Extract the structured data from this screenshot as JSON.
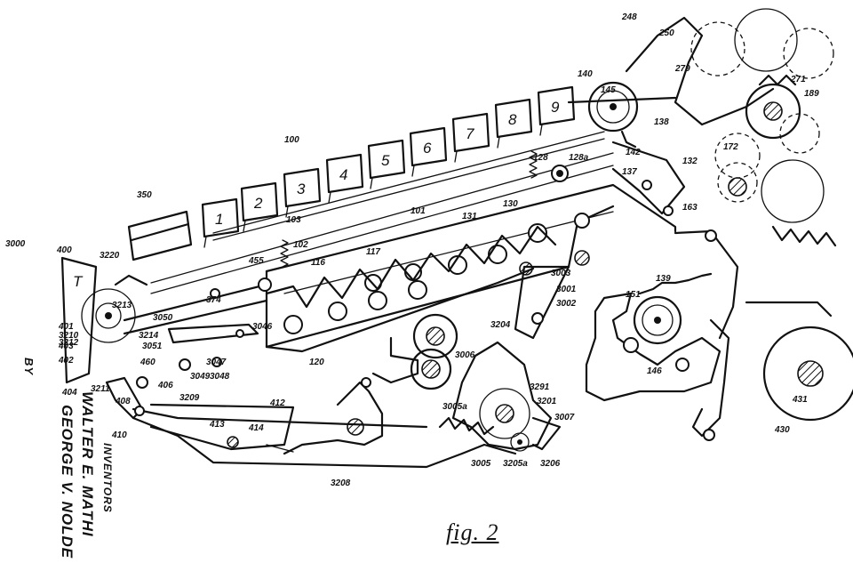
{
  "figure": {
    "caption": "fig. 2"
  },
  "inventors": {
    "heading": "INVENTORS",
    "name_1": "WALTER E. MATHI",
    "name_2": "GEORGE V. NOLDE",
    "by": "BY"
  },
  "keys": [
    "1",
    "2",
    "3",
    "4",
    "5",
    "6",
    "7",
    "8",
    "9",
    "T"
  ],
  "reference_numerals": [
    "248",
    "250",
    "279",
    "271",
    "189",
    "140",
    "145",
    "138",
    "142",
    "132",
    "172",
    "137",
    "128",
    "128a",
    "163",
    "100",
    "350",
    "103",
    "101",
    "131",
    "130",
    "3000",
    "400",
    "3220",
    "102",
    "116",
    "117",
    "455",
    "374",
    "3003",
    "3001",
    "3002",
    "139",
    "151",
    "146",
    "3050",
    "3046",
    "3051",
    "460",
    "3214",
    "120",
    "3204",
    "3006",
    "3291",
    "3201",
    "3007",
    "3005a",
    "3005",
    "3205a",
    "3206",
    "3047",
    "3048",
    "3049",
    "401",
    "402",
    "403",
    "404",
    "3210",
    "3212",
    "3211",
    "406",
    "408",
    "410",
    "3209",
    "412",
    "413",
    "414",
    "3208",
    "430",
    "431",
    "3213"
  ]
}
